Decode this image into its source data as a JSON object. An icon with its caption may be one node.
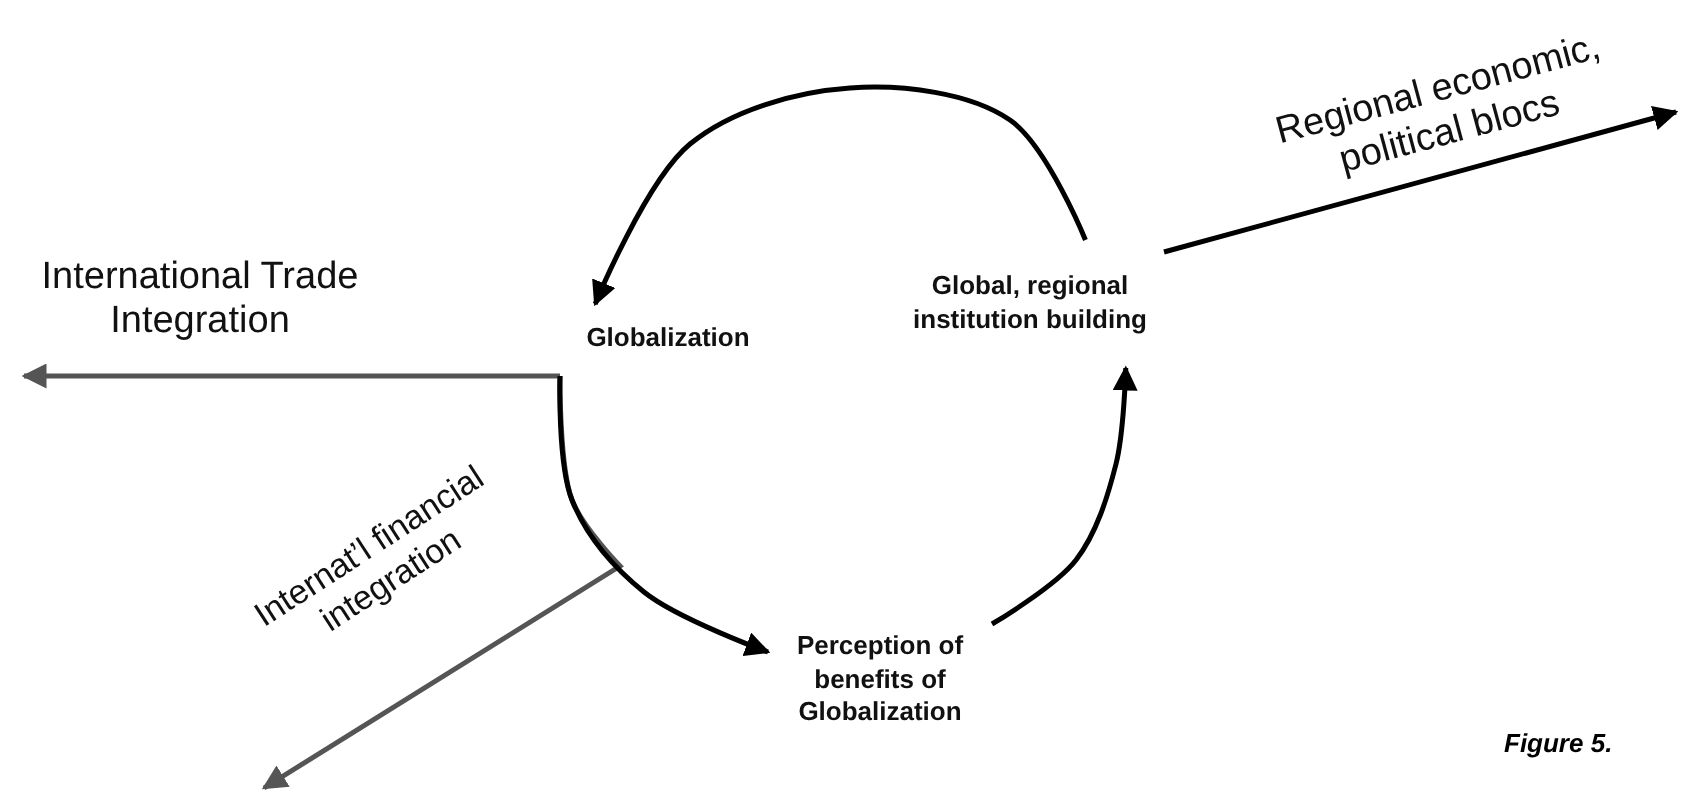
{
  "diagram": {
    "nodes": [
      {
        "text": [
          "Globalization"
        ]
      },
      {
        "text": [
          "Global, regional institution building"
        ]
      },
      {
        "text": [
          "Perception of benefits of Globalization"
        ]
      }
    ],
    "edges": [
      {
        "from": 1,
        "to": 0,
        "arrow": "to"
      },
      {
        "from": 0,
        "to": 2,
        "arrow": "to"
      },
      {
        "from": 2,
        "to": 1,
        "arrow": "to"
      },
      {
        "from": 0,
        "to": null,
        "arrow": "to",
        "label": "International Trade Integration",
        "color": "#555555"
      },
      {
        "from": 0,
        "to": null,
        "arrow": "to",
        "label": "Internat’l financial integration",
        "color": "#555555"
      },
      {
        "from": 1,
        "to": null,
        "arrow": "to",
        "label": "Regional economic, political blocs"
      }
    ],
    "labels": [
      "Figure 5."
    ]
  }
}
